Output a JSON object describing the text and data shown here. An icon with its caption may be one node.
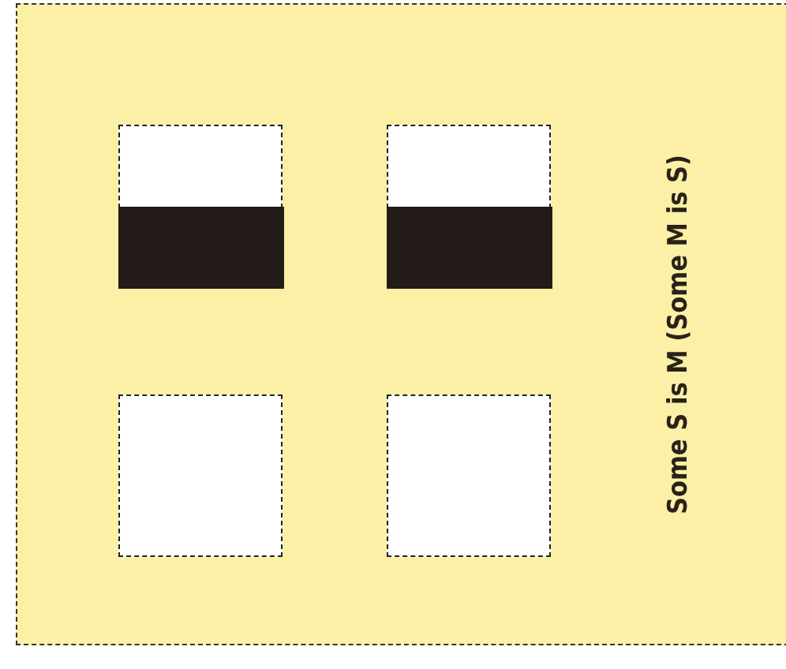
{
  "diagram": {
    "nodes": [
      {
        "text": [],
        "shape": "box"
      },
      {
        "text": [],
        "shape": "box"
      },
      {
        "text": [],
        "shape": "box"
      },
      {
        "text": [],
        "shape": "box"
      }
    ],
    "labels": [
      "Some S is M (Some M is S)"
    ]
  }
}
